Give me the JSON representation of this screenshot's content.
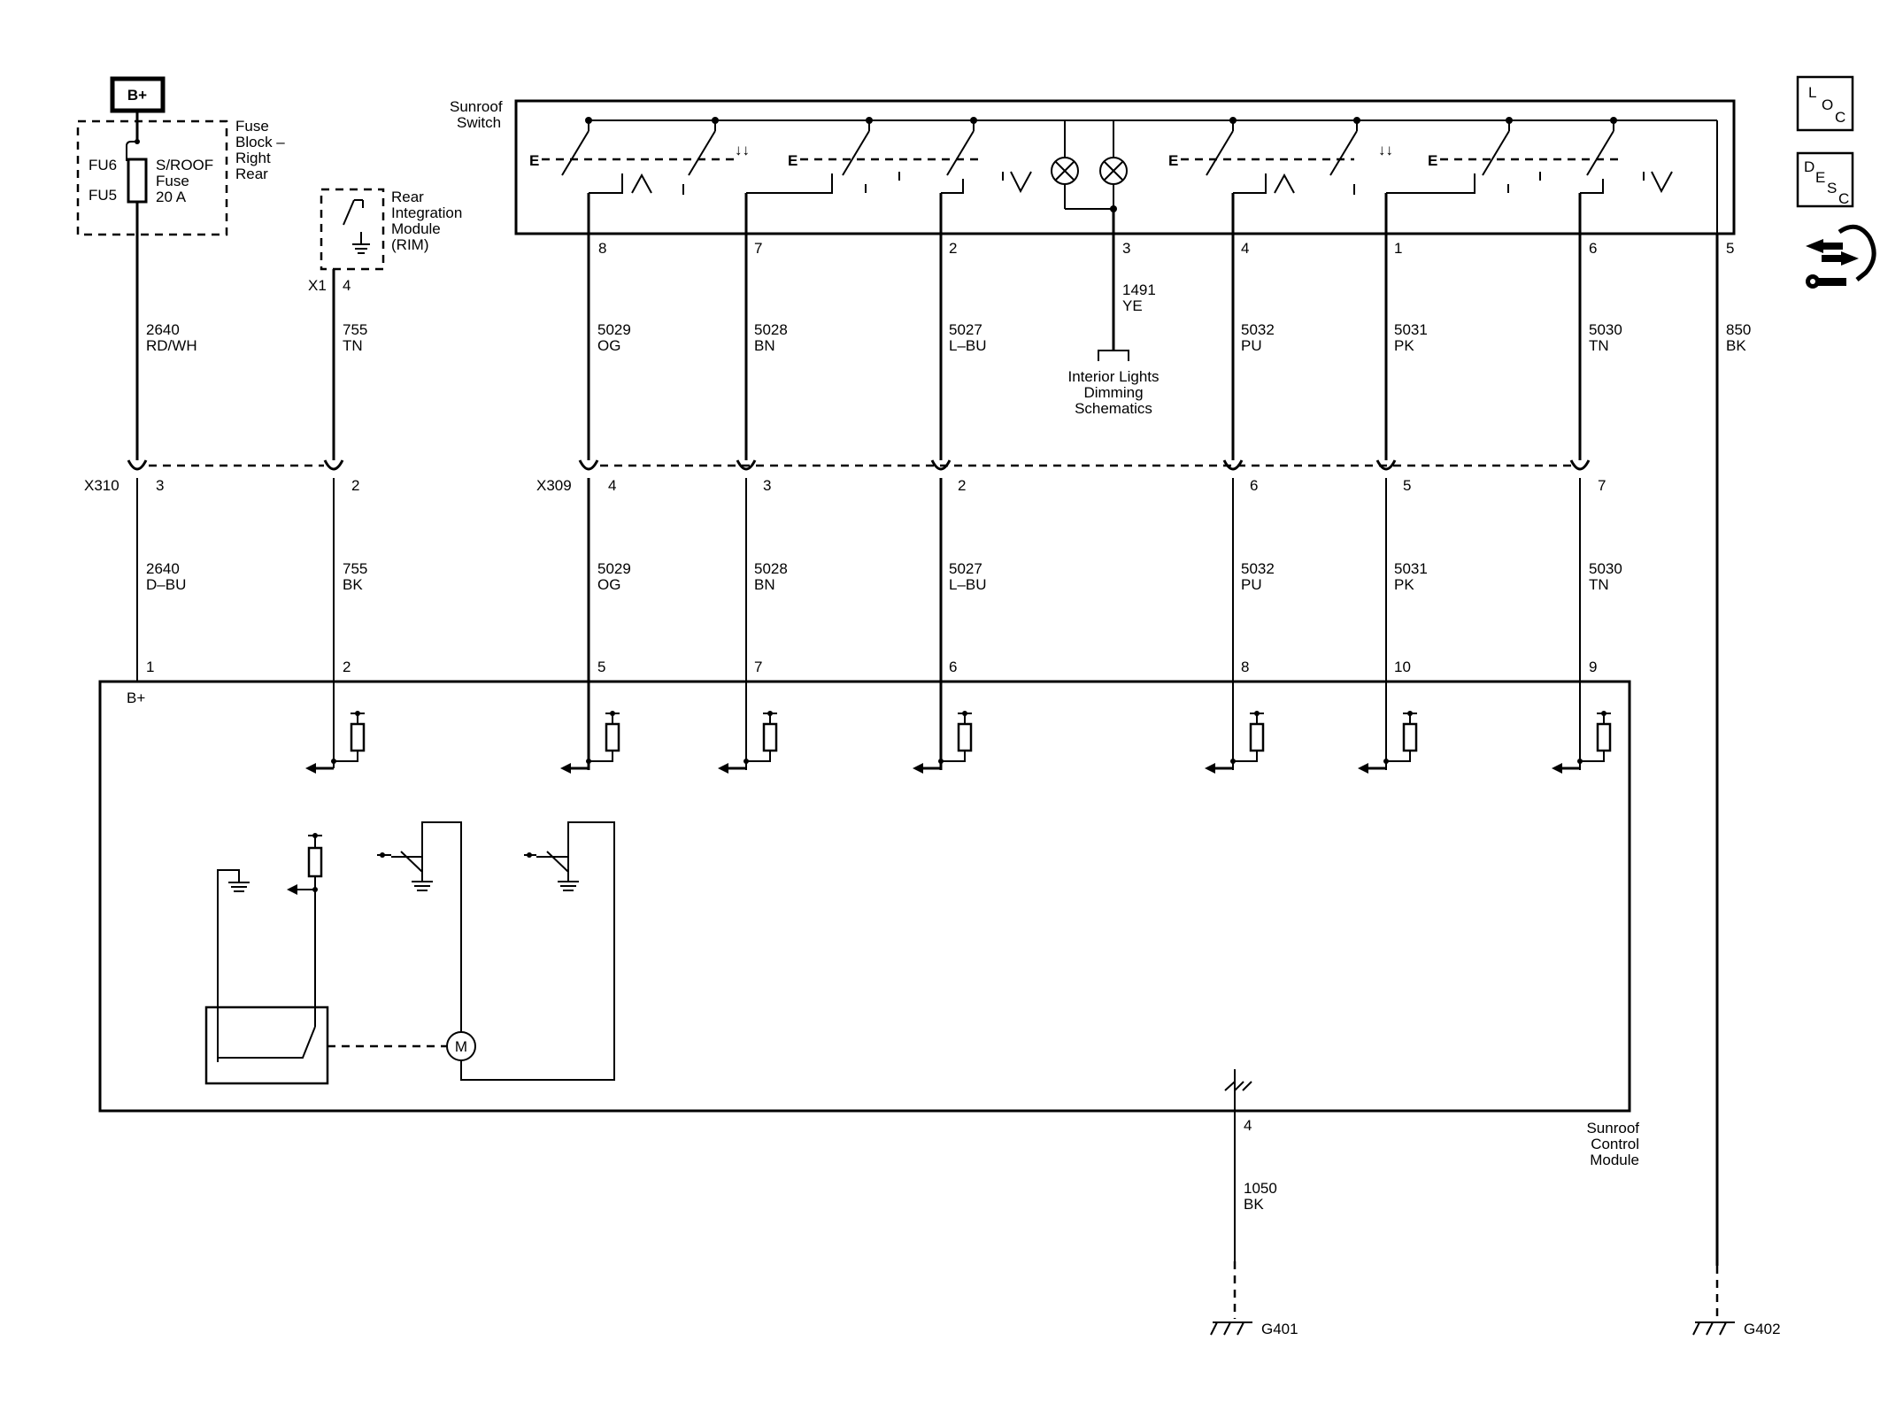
{
  "labels": {
    "bplus_box": "B+",
    "fuse_block_1": "Fuse",
    "fuse_block_2": "Block –",
    "fuse_block_3": "Right",
    "fuse_block_4": "Rear",
    "fu6": "FU6",
    "fu5": "FU5",
    "fuse_name_1": "S/ROOF",
    "fuse_name_2": "Fuse",
    "fuse_rating": "20 A",
    "rim_1": "Rear",
    "rim_2": "Integration",
    "rim_3": "Module",
    "rim_4": "(RIM)",
    "rim_conn": "X1",
    "rim_pin": "4",
    "sunroof_switch_1": "Sunroof",
    "sunroof_switch_2": "Switch",
    "interior_1": "Interior Lights",
    "interior_2": "Dimming",
    "interior_3": "Schematics",
    "x310": "X310",
    "x309": "X309",
    "module_bplus": "B+",
    "module_name_1": "Sunroof",
    "module_name_2": "Control",
    "module_name_3": "Module",
    "g401": "G401",
    "g402": "G402",
    "motor": "M",
    "switch_letter": "E"
  },
  "switch_pins": [
    "8",
    "7",
    "2",
    "3",
    "4",
    "1",
    "6",
    "5"
  ],
  "wires_upper": [
    {
      "num": "2640",
      "color": "RD/WH"
    },
    {
      "num": "755",
      "color": "TN"
    },
    {
      "num": "5029",
      "color": "OG"
    },
    {
      "num": "5028",
      "color": "BN"
    },
    {
      "num": "5027",
      "color": "L–BU"
    },
    {
      "num": "1491",
      "color": "YE"
    },
    {
      "num": "5032",
      "color": "PU"
    },
    {
      "num": "5031",
      "color": "PK"
    },
    {
      "num": "5030",
      "color": "TN"
    },
    {
      "num": "850",
      "color": "BK"
    }
  ],
  "inline_pins": [
    "3",
    "2",
    "4",
    "3",
    "2",
    "6",
    "5",
    "7"
  ],
  "wires_lower": [
    {
      "num": "2640",
      "color": "D–BU"
    },
    {
      "num": "755",
      "color": "BK"
    },
    {
      "num": "5029",
      "color": "OG"
    },
    {
      "num": "5028",
      "color": "BN"
    },
    {
      "num": "5027",
      "color": "L–BU"
    },
    {
      "num": "5032",
      "color": "PU"
    },
    {
      "num": "5031",
      "color": "PK"
    },
    {
      "num": "5030",
      "color": "TN"
    }
  ],
  "module_pins": [
    "1",
    "2",
    "5",
    "7",
    "6",
    "8",
    "10",
    "9"
  ],
  "ground_wire": {
    "pin": "4",
    "num": "1050",
    "color": "BK"
  },
  "side_icons": {
    "loc": [
      "L",
      "O",
      "C"
    ],
    "desc": [
      "D",
      "E",
      "S",
      "C"
    ],
    "tool": "connector-repair-icon"
  }
}
